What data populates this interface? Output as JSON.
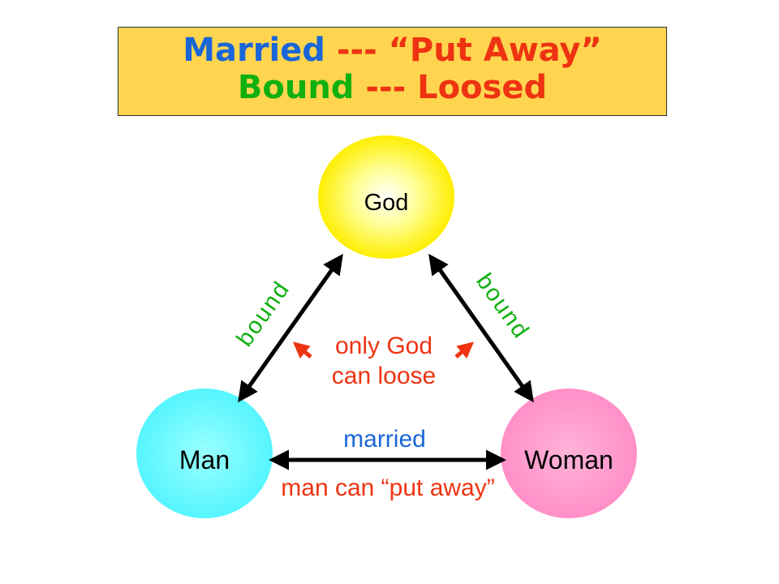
{
  "title": {
    "line1": {
      "married": "Married",
      "sep": " --- ",
      "put_away": "“Put Away”"
    },
    "line2": {
      "bound": "Bound",
      "sep": " --- ",
      "loosed": "Loosed"
    }
  },
  "nodes": {
    "god": "God",
    "man": "Man",
    "woman": "Woman"
  },
  "edge_labels": {
    "bound_left": "bound",
    "bound_right": "bound",
    "married": "married",
    "put_away_note": "man can “put away”",
    "loose_note_line1": "only God",
    "loose_note_line2": "can loose"
  },
  "colors": {
    "title_bg": "#ffd54f",
    "blue": "#1a66d8",
    "red": "#ee3311",
    "green": "#10b010",
    "god_fill": "#ffff22",
    "man_fill": "#66ffff",
    "woman_fill": "#ff99cc"
  }
}
